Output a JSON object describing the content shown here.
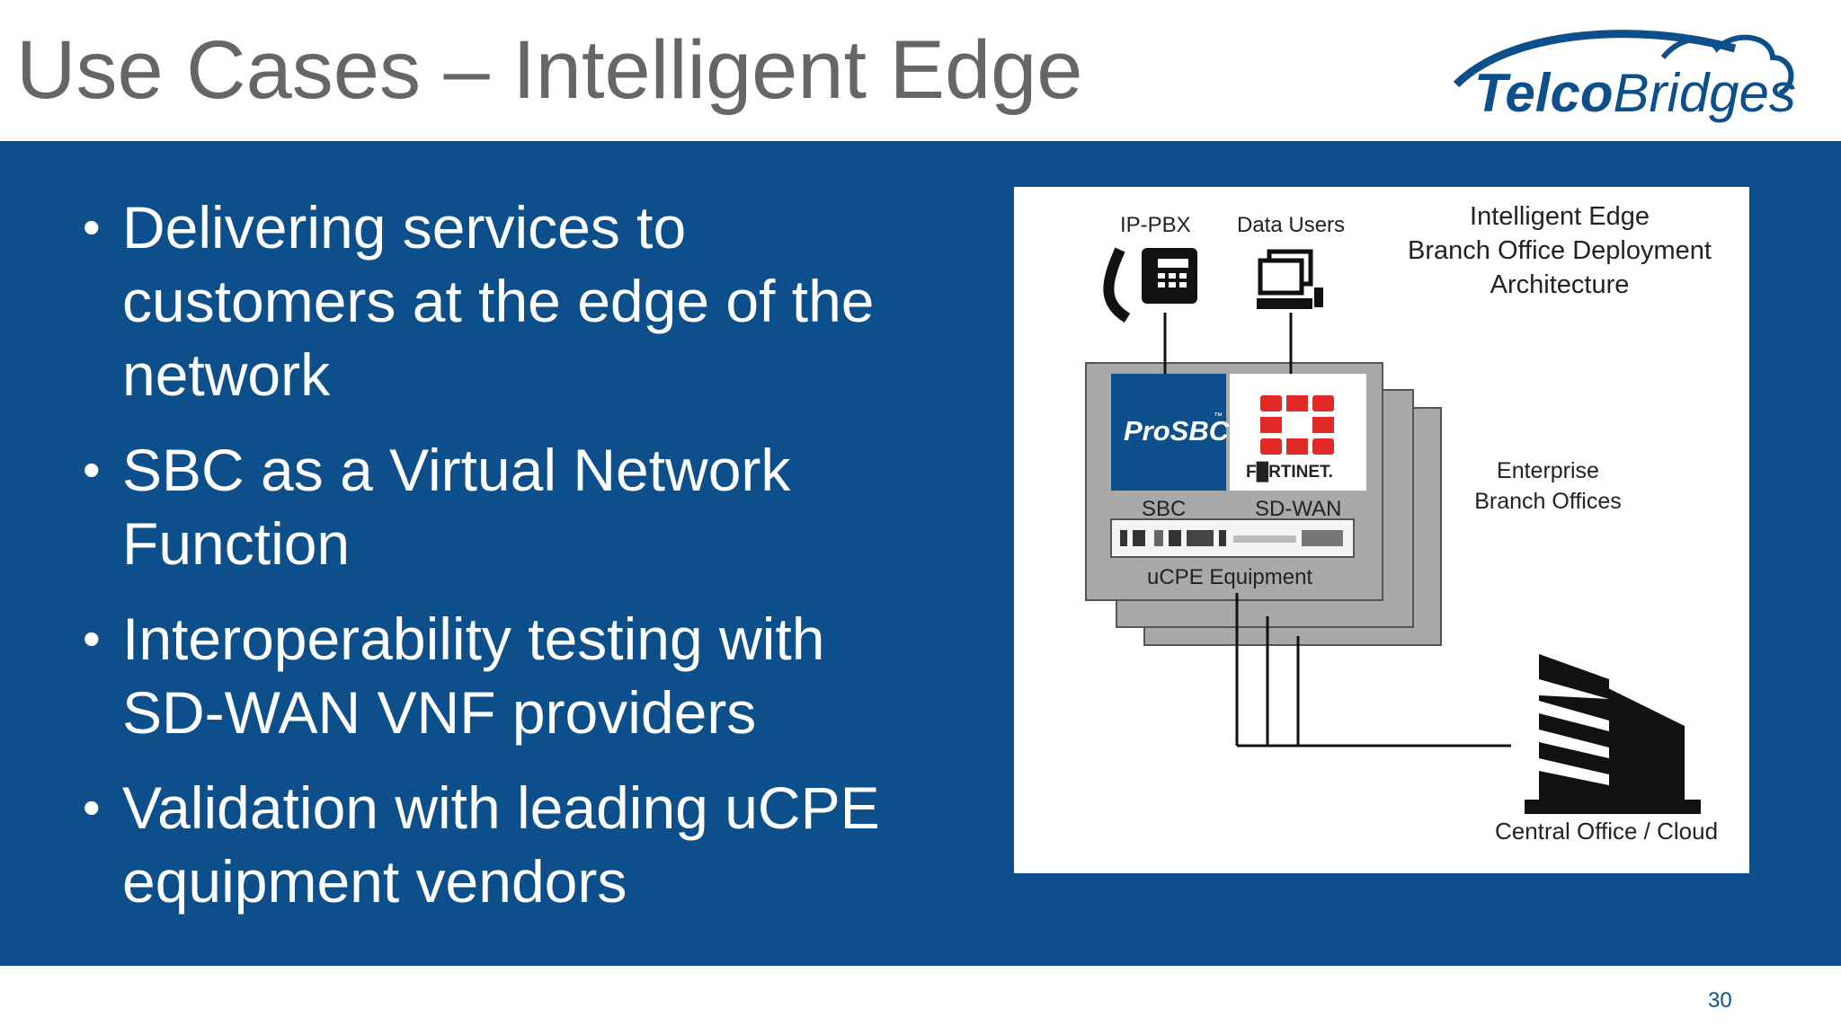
{
  "slide": {
    "title": "Use Cases – Intelligent Edge",
    "page_number": "30"
  },
  "logo": {
    "text_part1": "Telco",
    "text_part2": "Bridges",
    "color": "#0d4f8a"
  },
  "colors": {
    "band": "#0d4f8a",
    "title": "#666666",
    "fortinet_red": "#e12a27",
    "box_gray": "#a9a9a9"
  },
  "bullets": [
    "Delivering services to customers at the edge of the network",
    "SBC as a Virtual Network Function",
    "Interoperability testing with SD-WAN VNF providers",
    "Validation with leading uCPE equipment vendors"
  ],
  "diagram": {
    "title_lines": [
      "Intelligent Edge",
      "Branch Office Deployment",
      "Architecture"
    ],
    "ip_pbx_label": "IP-PBX",
    "data_users_label": "Data Users",
    "sbc_brand": "ProSBC",
    "sbc_brand_tm": "™",
    "sbc_label": "SBC",
    "fortinet_brand": "F█RTINET.",
    "sdwan_label": "SD-WAN",
    "ucpe_label": "uCPE Equipment",
    "enterprise_lines": [
      "Enterprise",
      "Branch Offices"
    ],
    "central_label": "Central Office / Cloud",
    "icons": [
      "telephone-icon",
      "computer-icon",
      "fortinet-logo-icon",
      "rack-server-icon",
      "office-building-icon"
    ]
  }
}
